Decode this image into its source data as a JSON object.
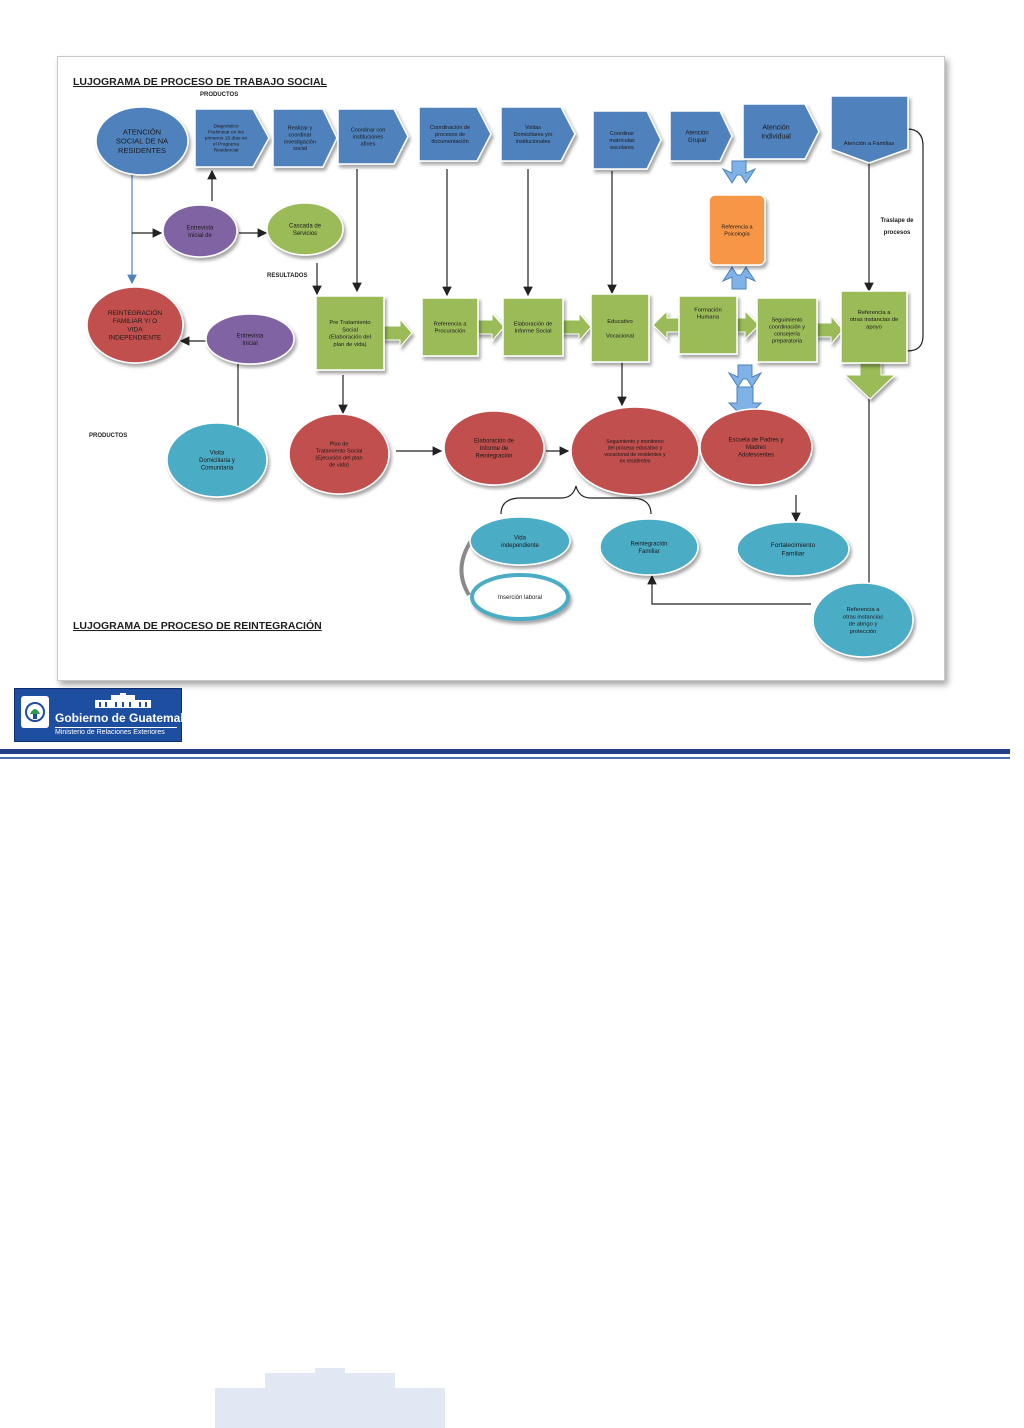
{
  "diagram": {
    "title_top": "LUJOGRAMA DE PROCESO DE TRABAJO SOCIAL",
    "title_bottom": "LUJOGRAMA DE PROCESO DE REINTEGRACIÓN",
    "labels": {
      "productos_top": "PRODUCTOS",
      "resultados": "RESULTADOS",
      "productos_left": "PRODUCTOS",
      "traslape": [
        "Traslape de",
        "procesos"
      ]
    },
    "nodes": {
      "atencion_social": [
        "ATENCIÓN",
        "SOCIAL DE NA",
        "RESIDENTES"
      ],
      "p1": [
        "Diagnóstico",
        "Preliminar en los",
        "primeros 15 días en",
        "el Programa",
        "Residencial"
      ],
      "p2": [
        "Realizar y",
        "coordinar",
        "investigación",
        "social"
      ],
      "p3": [
        "Coordinar con",
        "instituciones",
        "afines"
      ],
      "p4": [
        "Coordinación de",
        "procesos de",
        "documentación"
      ],
      "p5": [
        "Visitas",
        "Domiciliares y/o",
        "institucionales"
      ],
      "p6": [
        "Coordinar",
        "matrículas",
        "escolares"
      ],
      "p7": [
        "Atención",
        "Grupal"
      ],
      "p8": [
        "Atención",
        "Individual"
      ],
      "p9": [
        "Atención a Familias"
      ],
      "entrevista_inicial_1": [
        "Entrevista",
        "Inicial de"
      ],
      "cascada": [
        "Cascada de",
        "Servicios"
      ],
      "referencia_psicologia": [
        "Referencia a",
        "Psicología"
      ],
      "reintegracion_vida": [
        "REINTEGRACIÓN",
        "FAMILIAR Y/ O",
        "VIDA",
        "INDEPENDIENTE"
      ],
      "entrevista_inicial_2": [
        "Entrevista",
        "Inicial"
      ],
      "r1": [
        "Pre Tratamiento",
        "Social",
        "(Elaboración del",
        "plan de vida)"
      ],
      "r2": [
        "Referencia a",
        "Procuración"
      ],
      "r3": [
        "Elaboración de",
        "Informe Social"
      ],
      "r4": [
        "Educativo",
        "",
        "Vocacional"
      ],
      "r5": [
        "Formación",
        "Humana"
      ],
      "r6": [
        "Seguimiento",
        "coordinación y",
        "consejería",
        "preparatoria"
      ],
      "r7": [
        "Referencia a",
        "otras instancias de",
        "apoyo"
      ],
      "visita_domiciliaria": [
        "Visita",
        "Domiciliaria y",
        "Comunitaria"
      ],
      "plan_tratamiento": [
        "Plan de",
        "Tratamiento Social",
        "(Ejecución del plan",
        "de vida)"
      ],
      "informe_reintegracion": [
        "Elaboración de",
        "Informe de",
        "Reintegración"
      ],
      "seguimiento_monitoreo": [
        "Seguimiento y monitoreo",
        "del proceso educativo y",
        "vocacional de residentes y",
        "ex residentes"
      ],
      "escuela_padres": [
        "Escuela de Padres y",
        "Madres",
        "Adolescentes"
      ],
      "vida_independiente": [
        "Vida",
        "independiente"
      ],
      "reintegracion_familiar": [
        "Reintegración",
        "Familiar"
      ],
      "fortalecimiento": [
        "Fortalecimiento",
        "Familiar"
      ],
      "insercion": [
        "Inserción laboral"
      ],
      "referencia_abrigo": [
        "Referencia a",
        "otras instancias",
        "de abrigo y",
        "protección"
      ]
    }
  },
  "footer": {
    "logo_title": "Gobierno de Guatemala",
    "logo_subtitle": "Ministerio de Relaciones Exteriores"
  },
  "colors": {
    "blue": "#4f81bd",
    "green": "#9bbb59",
    "red": "#c0504d",
    "purple": "#8064a2",
    "cyan": "#4bacc6",
    "orange": "#f79646",
    "navy": "#1f3f86"
  }
}
